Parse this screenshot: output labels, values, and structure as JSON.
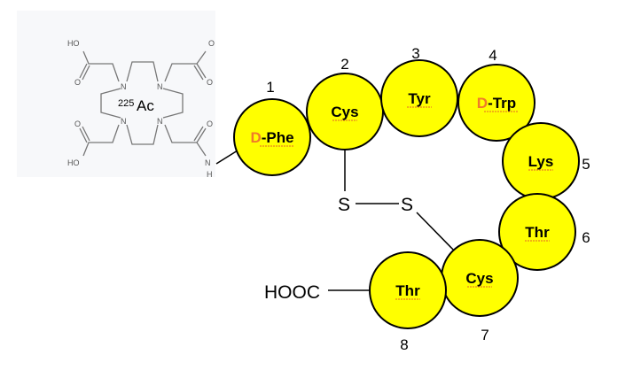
{
  "chelator": {
    "metal_mass": "225",
    "metal": "Ac",
    "atoms": {
      "ho": "HO",
      "o": "O",
      "n": "N",
      "nh_n": "N",
      "nh_h": "H"
    }
  },
  "residues": [
    {
      "number": "1",
      "prefix": "D",
      "name": "-Phe"
    },
    {
      "number": "2",
      "prefix": "",
      "name": "Cys"
    },
    {
      "number": "3",
      "prefix": "",
      "name": "Tyr"
    },
    {
      "number": "4",
      "prefix": "D",
      "name": "-Trp"
    },
    {
      "number": "5",
      "prefix": "",
      "name": "Lys"
    },
    {
      "number": "6",
      "prefix": "",
      "name": "Thr"
    },
    {
      "number": "7",
      "prefix": "",
      "name": "Cys"
    },
    {
      "number": "8",
      "prefix": "",
      "name": "Thr"
    }
  ],
  "disulfide": {
    "s1": "S",
    "s2": "S"
  },
  "terminus": "HOOC",
  "colors": {
    "residue_fill": "#ffff00",
    "d_prefix": "#f07a2a"
  }
}
